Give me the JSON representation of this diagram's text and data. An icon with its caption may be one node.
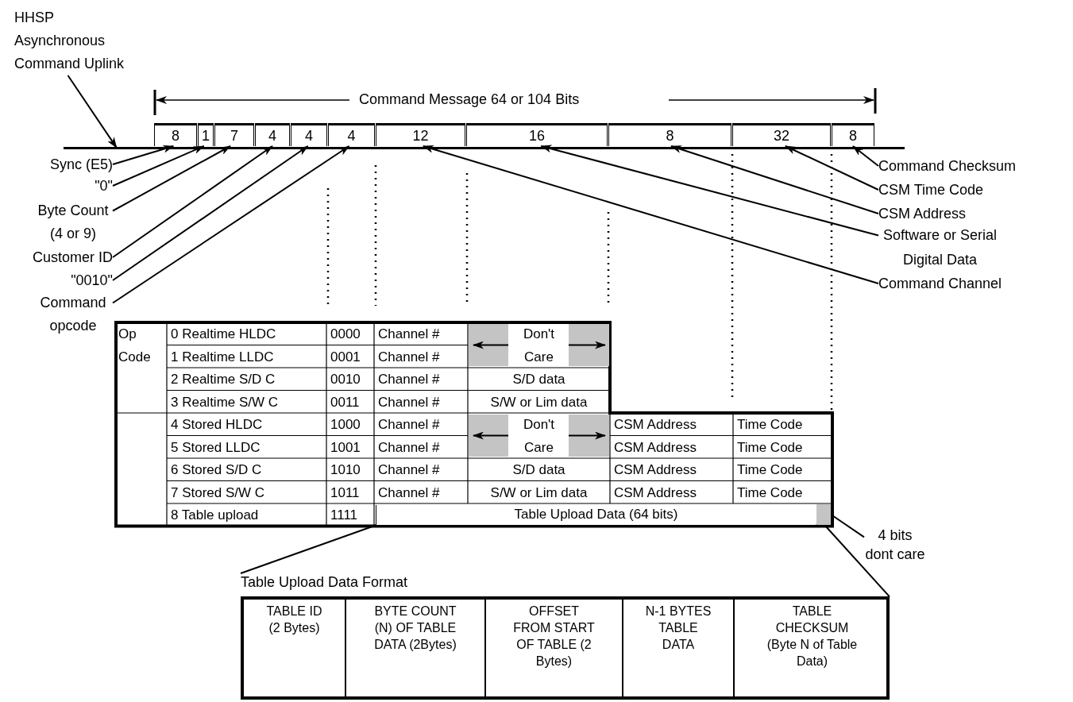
{
  "diagram": {
    "nodes": [
      {
        "text": [
          "HHSP Asynchronous Command Uplink"
        ]
      },
      {
        "text": [
          "8"
        ]
      },
      {
        "text": [
          "1"
        ]
      },
      {
        "text": [
          "7"
        ]
      },
      {
        "text": [
          "4"
        ]
      },
      {
        "text": [
          "4"
        ]
      },
      {
        "text": [
          "4"
        ]
      },
      {
        "text": [
          "12"
        ]
      },
      {
        "text": [
          "16"
        ]
      },
      {
        "text": [
          "8"
        ]
      },
      {
        "text": [
          "32"
        ]
      },
      {
        "text": [
          "8"
        ]
      },
      {
        "text": [
          "Sync (E5)"
        ]
      },
      {
        "text": [
          "\"0\""
        ]
      },
      {
        "text": [
          "Byte Count (4 or 9)"
        ]
      },
      {
        "text": [
          "Customer ID"
        ]
      },
      {
        "text": [
          "\"0010\""
        ]
      },
      {
        "text": [
          "Command opcode"
        ]
      },
      {
        "text": [
          "Command Checksum"
        ]
      },
      {
        "text": [
          "CSM Time Code"
        ]
      },
      {
        "text": [
          "CSM Address"
        ]
      },
      {
        "text": [
          "Software or Serial Digital Data"
        ]
      },
      {
        "text": [
          "Command Channel"
        ]
      },
      {
        "text": [
          "Table Upload Data (64 bits)"
        ]
      },
      {
        "text": [],
        "shape": "box"
      },
      {
        "text": [
          "4 bits dont care"
        ]
      },
      {
        "text": [
          "Table Upload Data Format"
        ]
      },
      {
        "text": [
          "TABLE ID (2 Bytes)"
        ],
        "in": 26
      },
      {
        "text": [
          "BYTE COUNT (N) OF TABLE DATA (2Bytes)"
        ],
        "in": 26
      },
      {
        "text": [
          "OFFSET FROM START OF TABLE (2 Bytes)"
        ],
        "in": 26
      },
      {
        "text": [
          "N-1 BYTES TABLE DATA"
        ],
        "in": 26
      },
      {
        "text": [
          "TABLE CHECKSUM (Byte N of Table Data)"
        ],
        "in": 26
      },
      {
        "text": [],
        "shape": "bar"
      }
    ],
    "edges": [
      {
        "from": 0,
        "to": 32,
        "arrow": "to"
      },
      {
        "from": 12,
        "to": 1,
        "arrow": "to"
      },
      {
        "from": 13,
        "to": 2,
        "arrow": "to"
      },
      {
        "from": 14,
        "to": 3,
        "arrow": "to"
      },
      {
        "from": 15,
        "to": 4,
        "arrow": "to"
      },
      {
        "from": 16,
        "to": 5,
        "arrow": "to"
      },
      {
        "from": 17,
        "to": 6,
        "arrow": "to"
      },
      {
        "from": 18,
        "to": 11,
        "arrow": "to"
      },
      {
        "from": 19,
        "to": 10,
        "arrow": "to"
      },
      {
        "from": 20,
        "to": 9,
        "arrow": "to"
      },
      {
        "from": 21,
        "to": 8,
        "arrow": "to"
      },
      {
        "from": 22,
        "to": 7,
        "arrow": "to"
      },
      {
        "from": 23,
        "to": 26,
        "arrow": "none"
      },
      {
        "from": 24,
        "to": 26,
        "arrow": "none"
      },
      {
        "from": 25,
        "to": 24,
        "arrow": "none"
      }
    ],
    "labels": [
      "Command Message 64 or 104 Bits",
      "Op Code",
      "0 Realtime HLDC",
      "0000",
      "Channel #",
      "Don't Care",
      "1 Realtime LLDC",
      "0001",
      "Channel #",
      "2 Realtime S/D C",
      "0010",
      "Channel #",
      "S/D data",
      "3 Realtime S/W C",
      "0011",
      "Channel #",
      "S/W or Lim data",
      "4 Stored HLDC",
      "1000",
      "Channel #",
      "Don't Care",
      "CSM Address",
      "Time Code",
      "5 Stored LLDC",
      "1001",
      "Channel #",
      "CSM Address",
      "Time Code",
      "6 Stored S/D C",
      "1010",
      "Channel #",
      "S/D data",
      "CSM Address",
      "Time Code",
      "7 Stored S/W C",
      "1011",
      "Channel #",
      "S/W or Lim data",
      "CSM Address",
      "Time Code",
      "8 Table upload",
      "1111"
    ]
  }
}
